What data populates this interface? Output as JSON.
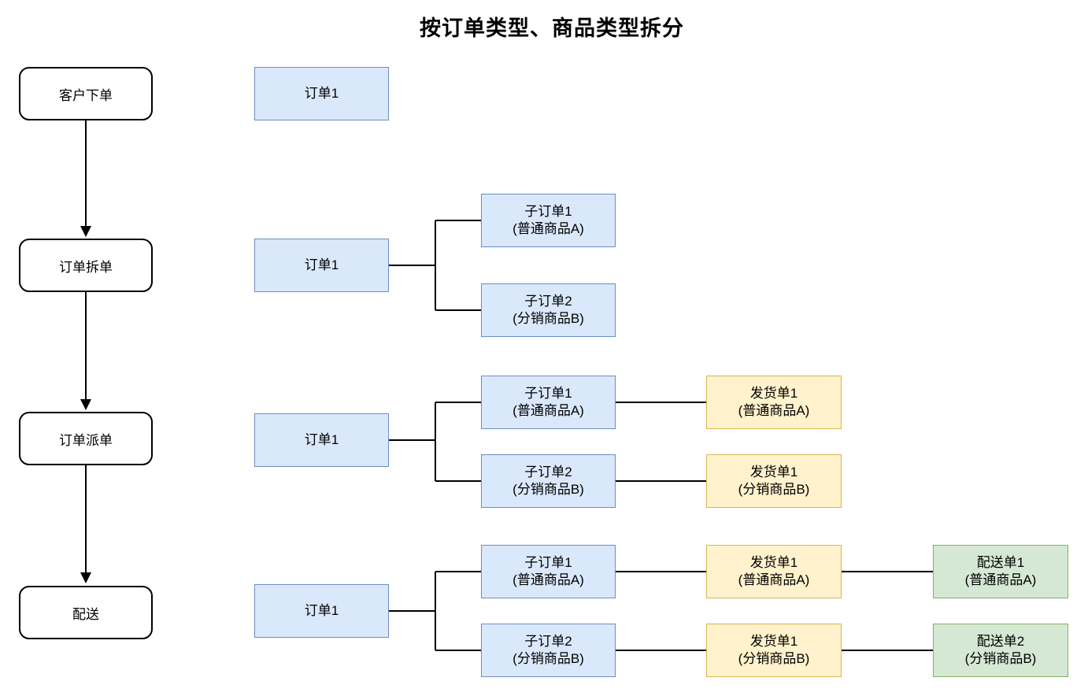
{
  "title": "按订单类型、商品类型拆分",
  "stages": [
    {
      "label": "客户下单"
    },
    {
      "label": "订单拆单"
    },
    {
      "label": "订单派单"
    },
    {
      "label": "配送"
    }
  ],
  "row1": {
    "order": {
      "title": "订单1"
    }
  },
  "row2": {
    "order": {
      "title": "订单1"
    },
    "sub1": {
      "title": "子订单1",
      "subtitle": "(普通商品A)"
    },
    "sub2": {
      "title": "子订单2",
      "subtitle": "(分销商品B)"
    }
  },
  "row3": {
    "order": {
      "title": "订单1"
    },
    "sub1": {
      "title": "子订单1",
      "subtitle": "(普通商品A)"
    },
    "sub2": {
      "title": "子订单2",
      "subtitle": "(分销商品B)"
    },
    "ship1": {
      "title": "发货单1",
      "subtitle": "(普通商品A)"
    },
    "ship2": {
      "title": "发货单1",
      "subtitle": "(分销商品B)"
    }
  },
  "row4": {
    "order": {
      "title": "订单1"
    },
    "sub1": {
      "title": "子订单1",
      "subtitle": "(普通商品A)"
    },
    "sub2": {
      "title": "子订单2",
      "subtitle": "(分销商品B)"
    },
    "ship1": {
      "title": "发货单1",
      "subtitle": "(普通商品A)"
    },
    "ship2": {
      "title": "发货单1",
      "subtitle": "(分销商品B)"
    },
    "del1": {
      "title": "配送单1",
      "subtitle": "(普通商品A)"
    },
    "del2": {
      "title": "配送单2",
      "subtitle": "(分销商品B)"
    }
  },
  "colors": {
    "order_fill": "#dae8fc",
    "order_stroke": "#6c8ebf",
    "shipment_fill": "#fff2cc",
    "shipment_stroke": "#d6b656",
    "delivery_fill": "#d5e8d4",
    "delivery_stroke": "#82b366",
    "stage_fill": "#ffffff",
    "stage_stroke": "#000000",
    "connector": "#000000"
  }
}
